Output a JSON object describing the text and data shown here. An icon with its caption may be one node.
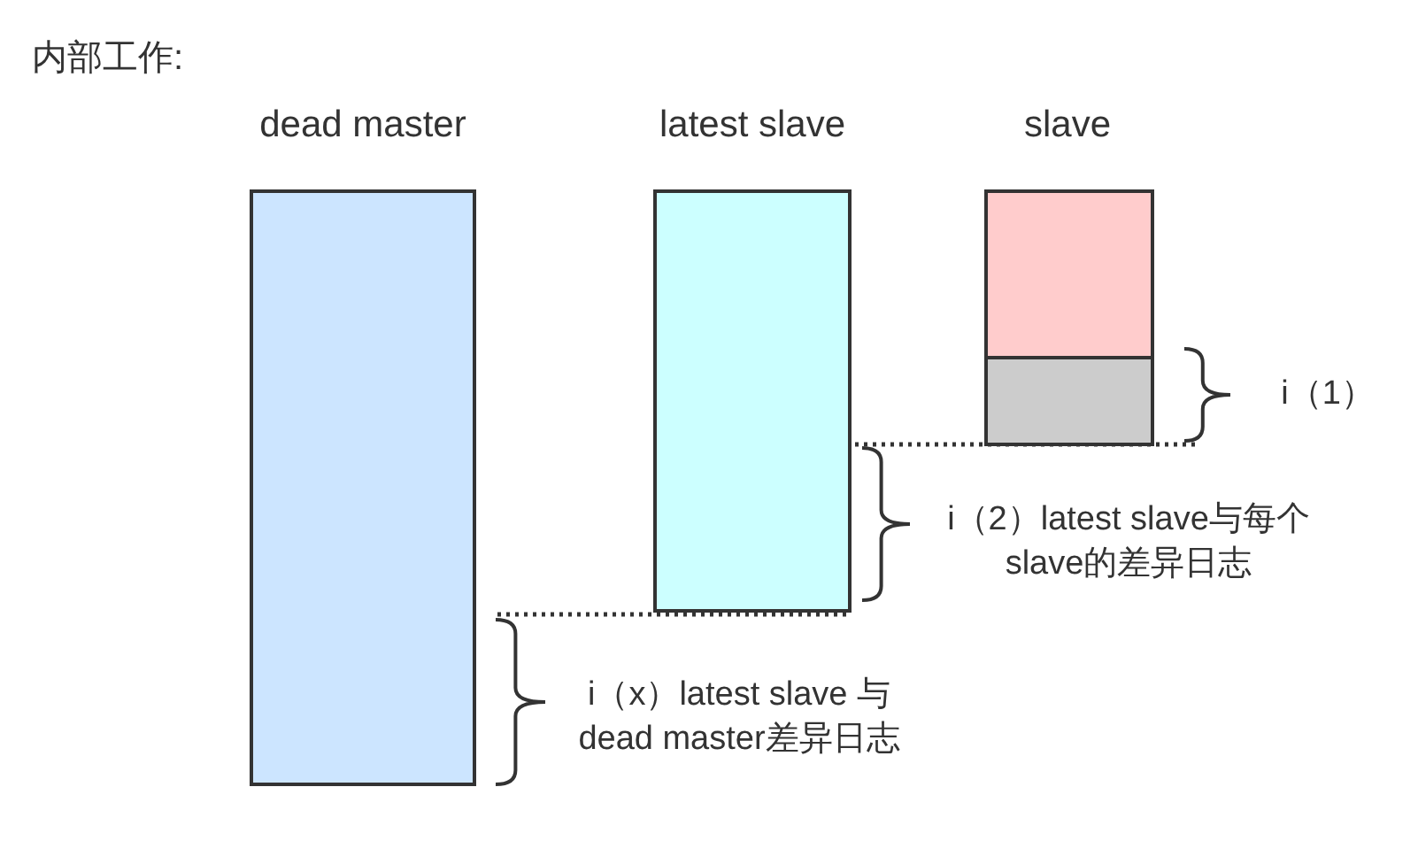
{
  "diagram": {
    "title": "内部工作:",
    "nodes": [
      {
        "text": [
          "dead master"
        ]
      },
      {
        "text": [
          "latest slave"
        ]
      },
      {
        "text": [
          "slave"
        ]
      },
      {
        "text": [],
        "shape": "box",
        "in": 2
      }
    ],
    "labels": [
      "i（1）",
      "i（2）latest slave与每个slave的差异日志",
      "i（x）latest slave 与 dead master差异日志"
    ]
  }
}
